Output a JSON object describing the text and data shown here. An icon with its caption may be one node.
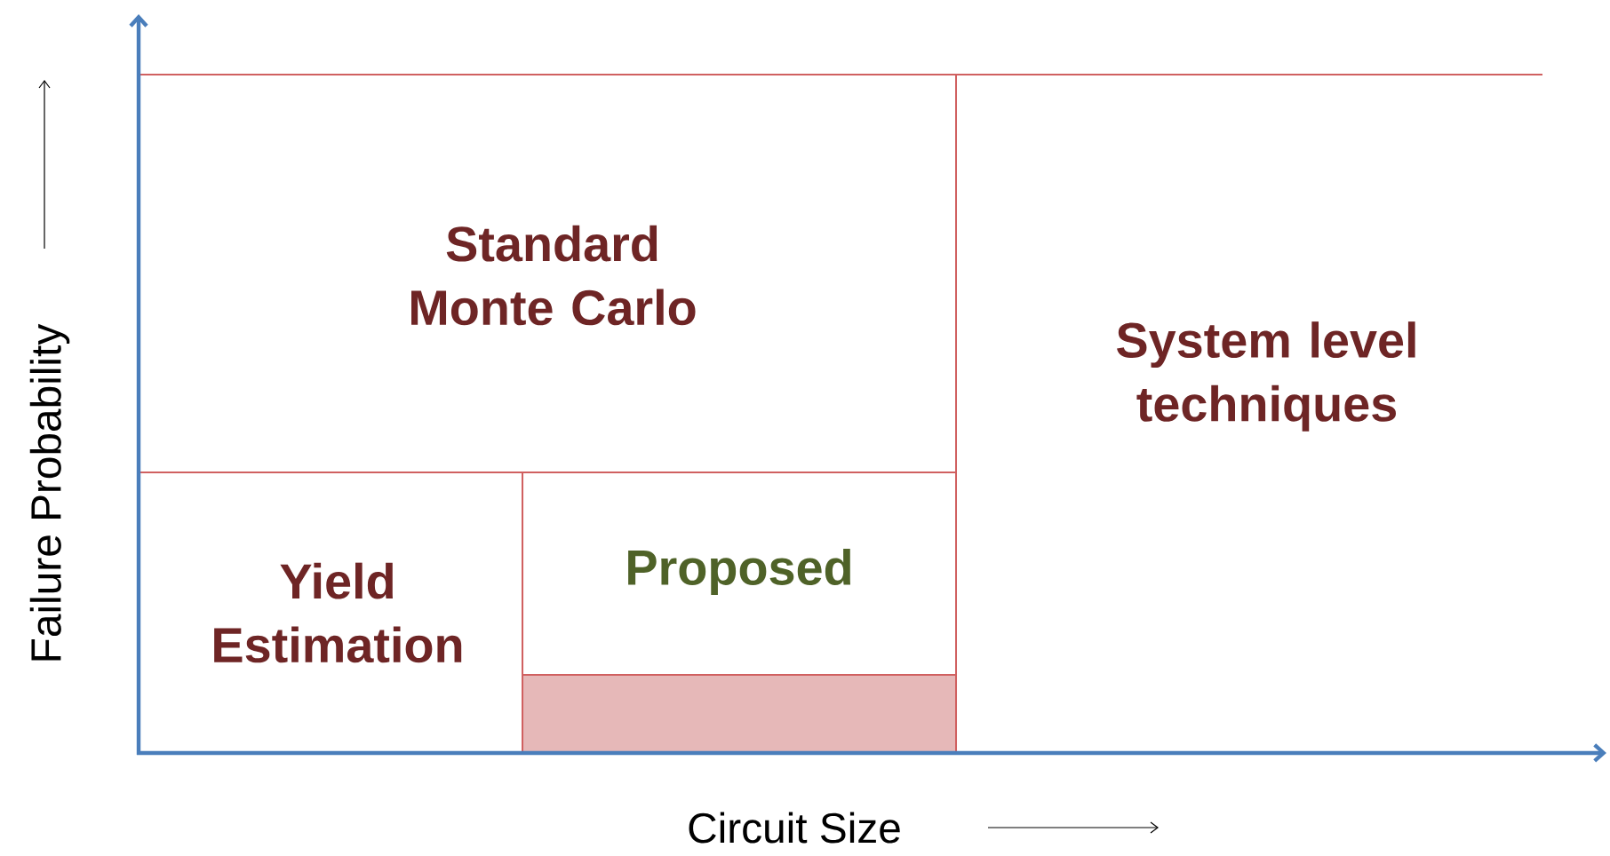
{
  "diagram": {
    "nodes": [
      {
        "text": [
          "Standard Monte Carlo"
        ]
      },
      {
        "text": [
          "System level techniques"
        ]
      },
      {
        "text": [
          "Yield Estimation"
        ]
      },
      {
        "text": [
          "Proposed"
        ]
      },
      {
        "text": [],
        "shape": "box",
        "in": 3
      }
    ],
    "labels": [
      "Failure Probability",
      "Circuit Size"
    ]
  }
}
